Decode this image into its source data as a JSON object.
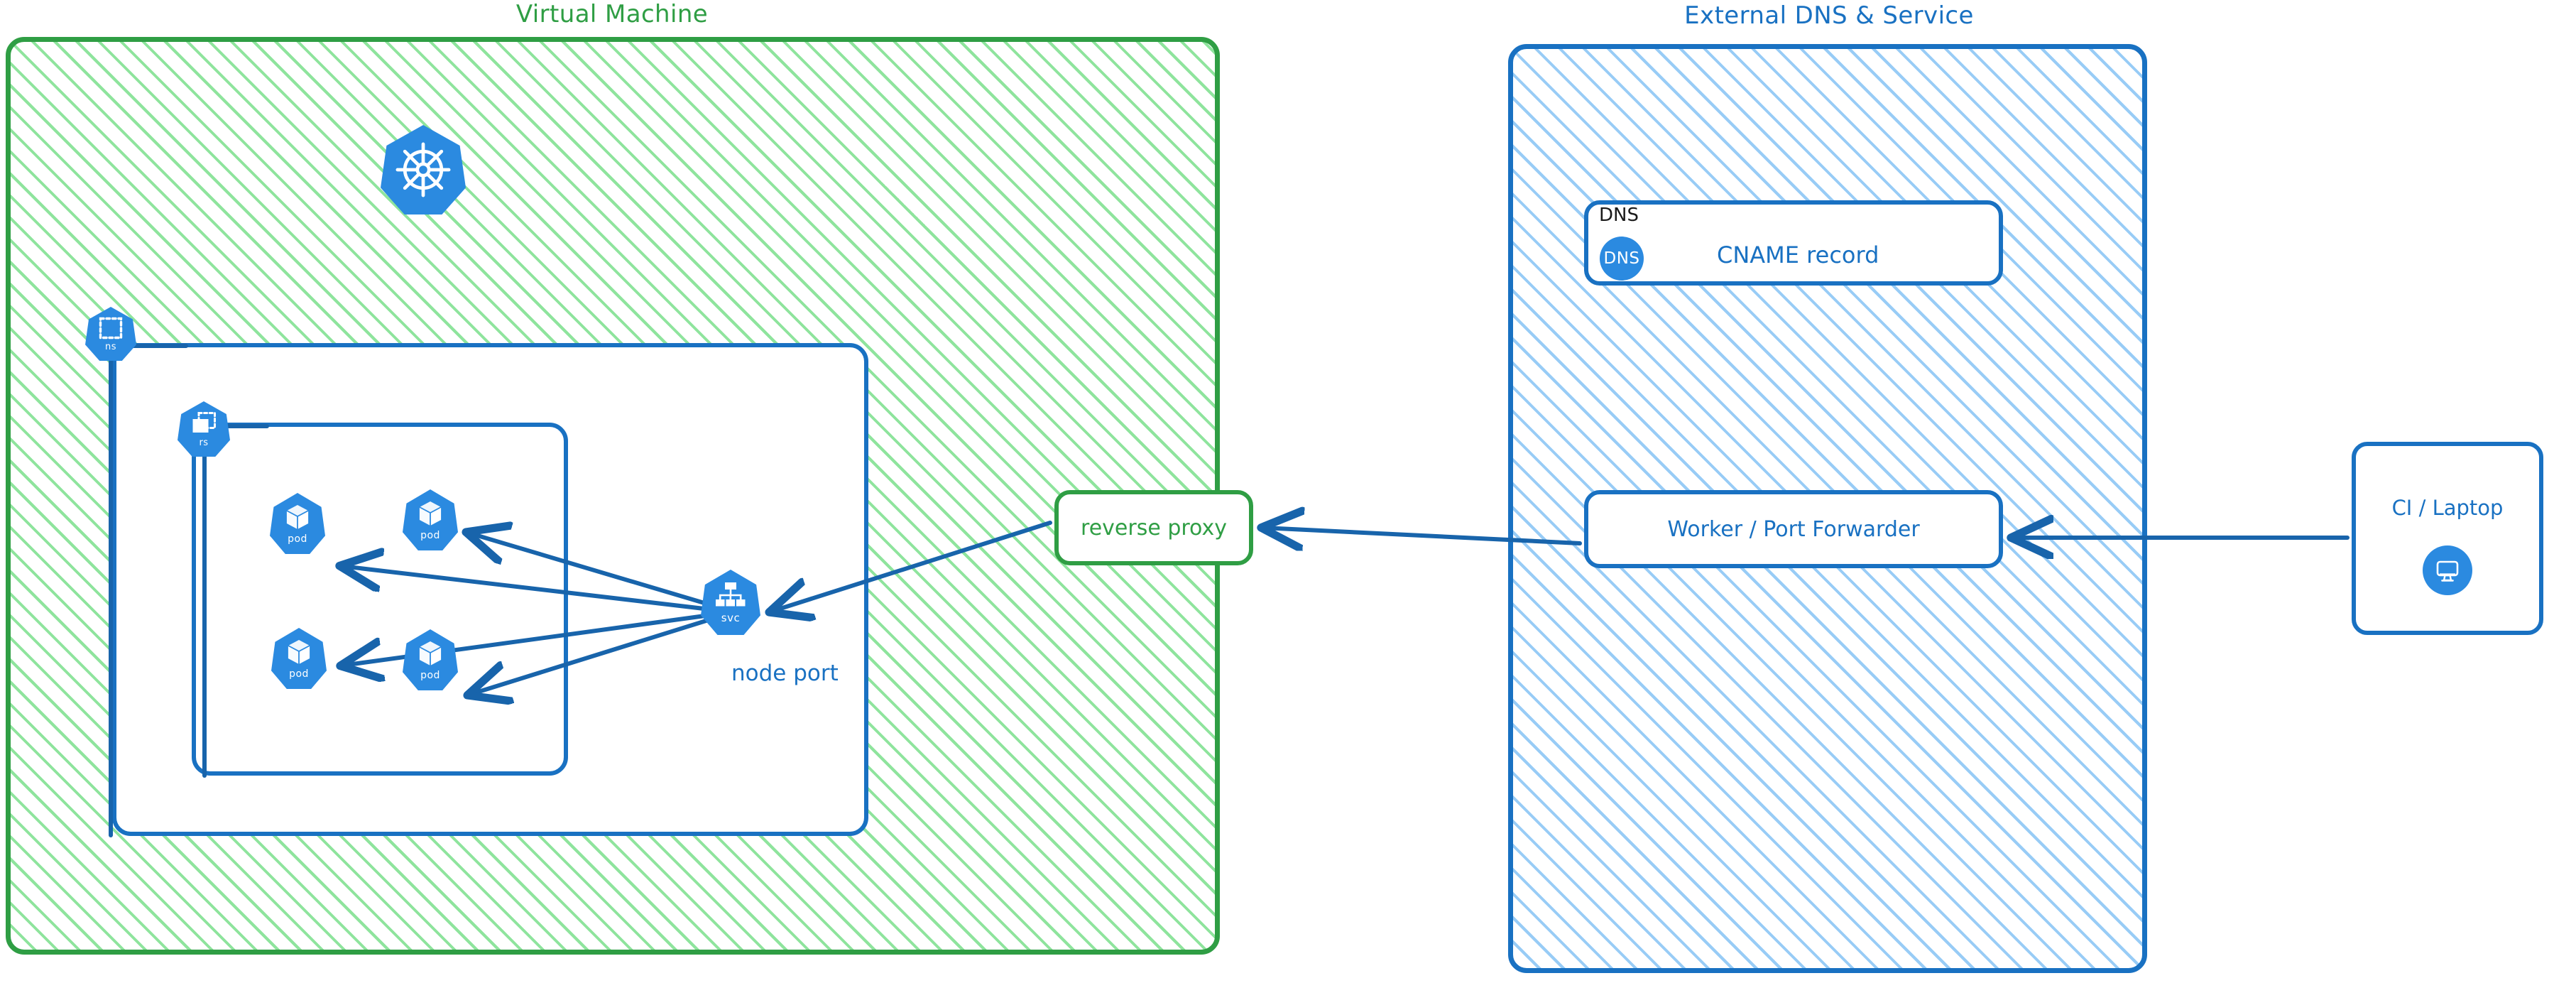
{
  "diagram": {
    "title_left": "Virtual Machine",
    "title_right": "External DNS & Service",
    "colors": {
      "green": "#2f9e44",
      "blue": "#1971c2",
      "k8s_blue": "#2b8ae0",
      "green_hatch": "#69db7c",
      "blue_hatch": "#86c3f5",
      "black": "#1a1a1a"
    }
  },
  "vm_zone": {
    "label": "Virtual Machine",
    "k8s_logo": {
      "icon": "kubernetes-helm-wheel-icon"
    },
    "namespace": {
      "icon": "namespace-icon",
      "caption": "ns"
    },
    "replicaset": {
      "icon": "replicaset-icon",
      "caption": "rs"
    },
    "pods": [
      {
        "icon": "pod-cube-icon",
        "caption": "pod"
      },
      {
        "icon": "pod-cube-icon",
        "caption": "pod"
      },
      {
        "icon": "pod-cube-icon",
        "caption": "pod"
      },
      {
        "icon": "pod-cube-icon",
        "caption": "pod"
      }
    ],
    "service": {
      "icon": "service-tree-icon",
      "caption": "svc",
      "label": "node port"
    },
    "reverse_proxy": {
      "label": "reverse proxy"
    }
  },
  "external_zone": {
    "label": "External DNS & Service",
    "dns_card": {
      "tag": "DNS",
      "badge": "DNS",
      "badge_icon": "dns-badge-icon",
      "record": "CNAME record"
    },
    "worker": {
      "label": "Worker / Port Forwarder"
    }
  },
  "client": {
    "label": "CI / Laptop",
    "icon": "desktop-monitor-icon"
  },
  "flows": [
    {
      "from": "CI / Laptop",
      "to": "Worker / Port Forwarder"
    },
    {
      "from": "Worker / Port Forwarder",
      "to": "reverse proxy"
    },
    {
      "from": "reverse proxy",
      "to": "svc"
    },
    {
      "from": "svc",
      "to": "pod"
    },
    {
      "from": "svc",
      "to": "pod"
    },
    {
      "from": "svc",
      "to": "pod"
    },
    {
      "from": "svc",
      "to": "pod"
    }
  ]
}
